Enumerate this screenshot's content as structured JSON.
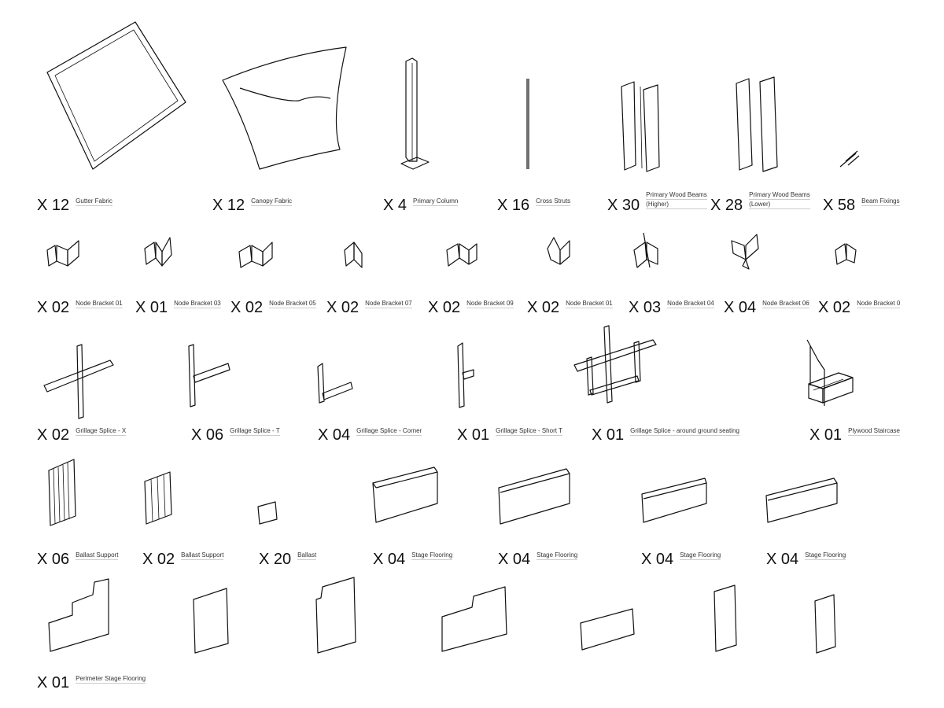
{
  "rows": [
    [
      {
        "qty": "X 12",
        "label": "Gutter Fabric"
      },
      {
        "qty": "X 12",
        "label": "Canopy Fabric"
      },
      {
        "qty": "X 4",
        "label": "Primary Column"
      },
      {
        "qty": "X 16",
        "label": "Cross Struts"
      },
      {
        "qty": "X 30",
        "label": "Primary Wood Beams",
        "label2": "(Higher)"
      },
      {
        "qty": "X 28",
        "label": "Primary Wood Beams",
        "label2": "(Lower)"
      },
      {
        "qty": "X 58",
        "label": "Beam Fixings"
      }
    ],
    [
      {
        "qty": "X 02",
        "label": "Node Bracket 01"
      },
      {
        "qty": "X 01",
        "label": "Node Bracket 03"
      },
      {
        "qty": "X 02",
        "label": "Node Bracket 05"
      },
      {
        "qty": "X 02",
        "label": "Node Bracket 07"
      },
      {
        "qty": "X 02",
        "label": "Node Bracket 09"
      },
      {
        "qty": "X 02",
        "label": "Node Bracket 01"
      },
      {
        "qty": "X 03",
        "label": "Node Bracket 04"
      },
      {
        "qty": "X 04",
        "label": "Node Bracket 06"
      },
      {
        "qty": "X 02",
        "label": "Node Bracket 0"
      }
    ],
    [
      {
        "qty": "X 02",
        "label": "Grillage Splice - X"
      },
      {
        "qty": "X 06",
        "label": "Grillage Splice - T"
      },
      {
        "qty": "X 04",
        "label": "Grillage Splice - Corner"
      },
      {
        "qty": "X 01",
        "label": "Grillage Splice - Short T"
      },
      {
        "qty": "X 01",
        "label": "Grillage Splice - around ground seating"
      },
      {
        "qty": "X 01",
        "label": "Plywood Staircase"
      }
    ],
    [
      {
        "qty": "X 06",
        "label": "Ballast Support"
      },
      {
        "qty": "X 02",
        "label": "Ballast Support"
      },
      {
        "qty": "X 20",
        "label": "Ballast"
      },
      {
        "qty": "X 04",
        "label": "Stage Flooring"
      },
      {
        "qty": "X 04",
        "label": "Stage Flooring"
      },
      {
        "qty": "X 04",
        "label": "Stage Flooring"
      },
      {
        "qty": "X 04",
        "label": "Stage Flooring"
      }
    ],
    [
      {
        "qty": "X 01",
        "label": "Perimeter Stage Flooring"
      }
    ]
  ]
}
